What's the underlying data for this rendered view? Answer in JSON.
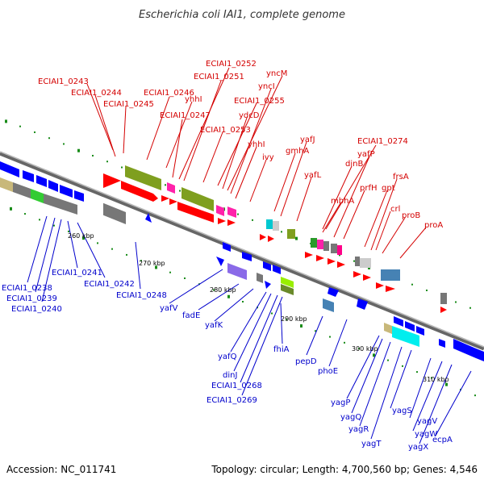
{
  "title": "Escherichia coli IAI1, complete genome",
  "footer": {
    "accession": "Accession: NC_011741",
    "summary": "Topology: circular; Length: 4,700,560 bp; Genes: 4,546"
  },
  "ticks": [
    "260 kbp",
    "270 kbp",
    "280 kbp",
    "290 kbp",
    "300 kbp",
    "310 kbp"
  ],
  "labels_top": [
    "ECIAI1_0243",
    "ECIAI1_0244",
    "ECIAI1_0245",
    "ECIAI1_0246",
    "yhhI",
    "ECIAI1_0247",
    "ECIAI1_0252",
    "ECIAI1_0251",
    "yncM",
    "yncI",
    "ECIAI1_0255",
    "ydcD",
    "ECIAI1_0253",
    "yhhI",
    "ivy",
    "gmhA",
    "yafJ",
    "yafL",
    "mbhA",
    "dinB",
    "ECIAI1_0274",
    "yafP",
    "prfH",
    "gpt",
    "frsA",
    "crl",
    "proB",
    "proA"
  ],
  "labels_bottom": [
    "ECIAI1_0238",
    "ECIAI1_0239",
    "ECIAI1_0240",
    "ECIAI1_0241",
    "ECIAI1_0242",
    "ECIAI1_0248",
    "yafV",
    "fadE",
    "yafK",
    "yafQ",
    "dinJ",
    "ECIAI1_0268",
    "ECIAI1_0269",
    "fhiA",
    "pepD",
    "phoE",
    "yagP",
    "yagQ",
    "yagR",
    "yagT",
    "yagS",
    "yagV",
    "yagW",
    "yagX",
    "ecpA"
  ],
  "colors": {
    "forward_gene": "#ff0000",
    "reverse_gene": "#0000ff",
    "forward_label": "#d40000",
    "reverse_label": "#0000cc",
    "backbone": "#888888",
    "tick_mark": "#1a8c1a"
  }
}
